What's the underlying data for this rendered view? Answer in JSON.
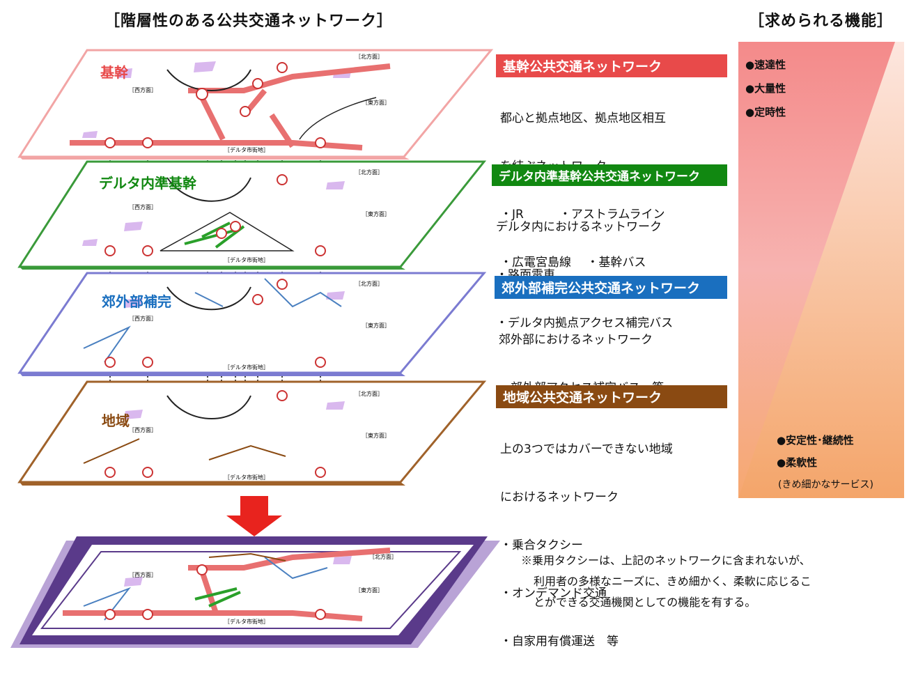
{
  "headings": {
    "left": "［階層性のある公共交通ネットワーク］",
    "right": "［求められる機能］"
  },
  "layers": [
    {
      "label": "基幹",
      "title": "基幹公共交通ネットワーク",
      "title_color": "#e84a4a",
      "lines": [
        "都心と拠点地区、拠点地区相互",
        "を結ぶネットワーク",
        "・JR　　　・アストラムライン",
        "・広電宮島線　 ・基幹バス"
      ]
    },
    {
      "label": "デルタ内準基幹",
      "title": "デルタ内準基幹公共交通ネットワーク",
      "title_color": "#118811",
      "lines": [
        "デルタ内におけるネットワーク",
        "・路面電車",
        "・デルタ内拠点アクセス補完バス"
      ]
    },
    {
      "label": "郊外部補完",
      "title": "郊外部補完公共交通ネットワーク",
      "title_color": "#1a6fbf",
      "lines": [
        "郊外部におけるネットワーク",
        "・郊外部アクセス補完バス　等"
      ]
    },
    {
      "label": "地域",
      "title": "地域公共交通ネットワーク",
      "title_color": "#8a4a12",
      "lines": [
        "上の3つではカバーできない地域",
        "におけるネットワーク",
        "・乗合タクシー",
        "・オンデマンド交通",
        "・自家用有償運送　等"
      ]
    }
  ],
  "map_labels": {
    "north": "［北方面］",
    "west": "［西方面］",
    "east": "［東方面］",
    "delta": "［デルタ市街地］"
  },
  "functions": {
    "top": [
      "●速達性",
      "●大量性",
      "●定時性"
    ],
    "bottom": [
      "●安定性･継続性",
      "●柔軟性",
      "(きめ細かなサービス)"
    ]
  },
  "note": {
    "lines": [
      "※乗用タクシーは、上記のネットワークに含まれないが、",
      "利用者の多様なニーズに、きめ細かく、柔軟に応じるこ",
      "とができる交通機関としての機能を有する。"
    ]
  },
  "colors": {
    "kikan": "#e84a4a",
    "delta": "#118811",
    "kogai": "#1a6fbf",
    "chiiki": "#8a4a12",
    "frame": "#5a3a8a"
  }
}
